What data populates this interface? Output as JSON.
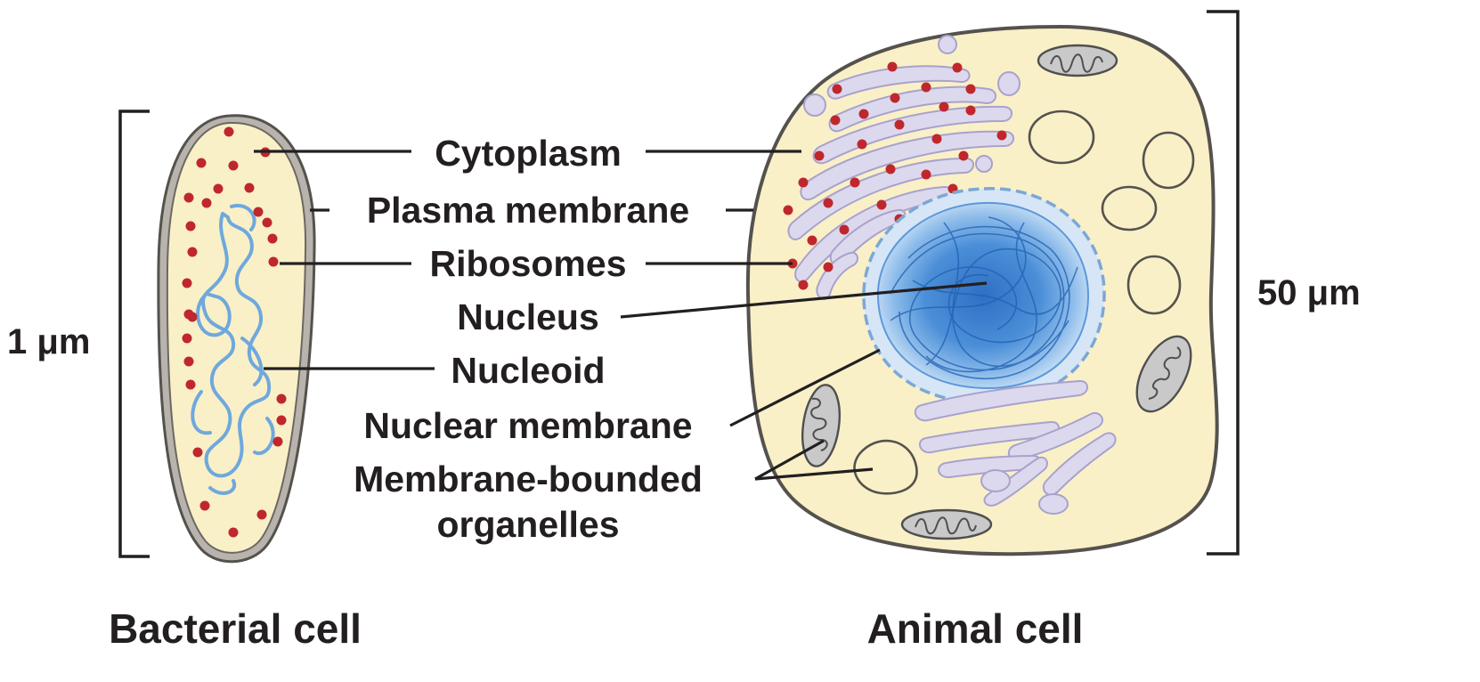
{
  "labels": {
    "cytoplasm": "Cytoplasm",
    "plasma_membrane": "Plasma membrane",
    "ribosomes": "Ribosomes",
    "nucleus": "Nucleus",
    "nucleoid": "Nucleoid",
    "nuclear_membrane": "Nuclear membrane",
    "membrane_bounded_line1": "Membrane-bounded",
    "membrane_bounded_line2": "organelles"
  },
  "scale": {
    "bacterial": "1 μm",
    "animal": "50 μm"
  },
  "captions": {
    "bacterial": "Bacterial cell",
    "animal": "Animal cell"
  },
  "colors": {
    "cytoplasm_fill": "#f9f0c8",
    "membrane": "#55524e",
    "ribosome": "#c0272d",
    "nucleoid_dna": "#6fa8dc",
    "nucleus_blue": "#3d83d1",
    "er": "#dcd9ee",
    "mitochondrion": "#c9c9c9"
  }
}
